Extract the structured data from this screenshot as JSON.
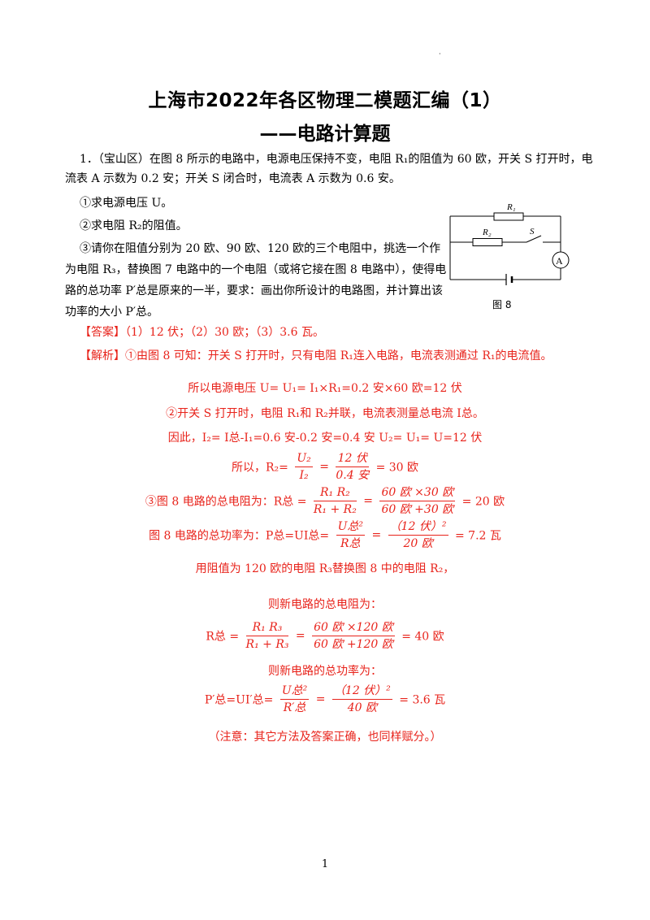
{
  "page": {
    "dot": "·",
    "title": "上海市2022年各区物理二模题汇编（1）",
    "subtitle": "——电路计算题",
    "page_number": "1"
  },
  "problem": {
    "l1": "1．（宝山区）在图 8 所示的电路中，电源电压保持不变，电阻 R₁的阻值为 60 欧，开关 S 打开时，电",
    "l2": "流表 A 示数为 0.2 安；开关 S 闭合时，电流表 A 示数为 0.6 安。",
    "q1": "①求电源电压 U。",
    "q2": "②求电阻 R₂的阻值。",
    "q3a": "③请你在阻值分别为 20 欧、90 欧、120 欧的三个电阻中，挑选一个作",
    "q3b": "为电阻 R₃，替换图 7 电路中的一个电阻（或将它接在图 8 电路中），使得电",
    "q3c": "路的总功率 P′总是原来的一半，要求：画出你所设计的电路图，并计算出该",
    "q3d": "功率的大小 P′总。"
  },
  "figure": {
    "r1": "R₁",
    "r2": "R₂",
    "s": "S",
    "a": "A",
    "caption": "图 8"
  },
  "answer": {
    "label": "【答案】",
    "text": "（1）12 伏；（2）30 欧；（3）3.6 瓦。"
  },
  "solution": {
    "label": "【解析】",
    "s1": "①由图 8 可知：开关 S 打开时，只有电阻 R₁连入电路，电流表测通过 R₁的电流值。",
    "s2": "所以电源电压 U= U₁= I₁×R₁=0.2 安×60 欧=12 伏",
    "s3": "②开关 S 打开时，电阻 R₁和 R₂并联，电流表测量总电流 I总。",
    "s4": "因此，I₂= I总-I₁=0.6 安-0.2 安=0.4 安        U₂= U₁= U=12 伏",
    "m1_pre": "所以，R₂=",
    "m1_n1": "U₂",
    "m1_d1": "I₂",
    "m1_eq": "=",
    "m1_n2": "12 伏",
    "m1_d2": "0.4 安",
    "m1_post": "= 30 欧",
    "m2_pre": "③图 8 电路的总电阻为：R总 =",
    "m2_n1": "R₁ R₂",
    "m2_d1": "R₁ + R₂",
    "m2_eq": "=",
    "m2_n2": "60 欧 ×30 欧",
    "m2_d2": "60 欧 +30 欧",
    "m2_post": "= 20 欧",
    "m3_pre": "图 8 电路的总功率为：P总=UI总=",
    "m3_n1": "U总²",
    "m3_d1": "R总",
    "m3_eq": "=",
    "m3_n2": "（12 伏）²",
    "m3_d2": "20 欧",
    "m3_post": "= 7.2 瓦",
    "s5": "用阻值为 120 欧的电阻 R₃替换图 8 中的电阻 R₂，",
    "s6": "则新电路的总电阻为：",
    "m4_pre": "R总 =",
    "m4_n1": "R₁ R₃",
    "m4_d1": "R₁ + R₃",
    "m4_eq": "=",
    "m4_n2": "60 欧 ×120 欧",
    "m4_d2": "60 欧 +120 欧",
    "m4_post": "= 40 欧",
    "s7": "则新电路的总功率为：",
    "m5_pre": "P′总=UI′总=",
    "m5_n1": "U总²",
    "m5_d1": "R′总",
    "m5_eq": "=",
    "m5_n2": "（12 伏）²",
    "m5_d2": "40 欧",
    "m5_post": "= 3.6 瓦",
    "note": "（注意：其它方法及答案正确，也同样赋分。）"
  }
}
